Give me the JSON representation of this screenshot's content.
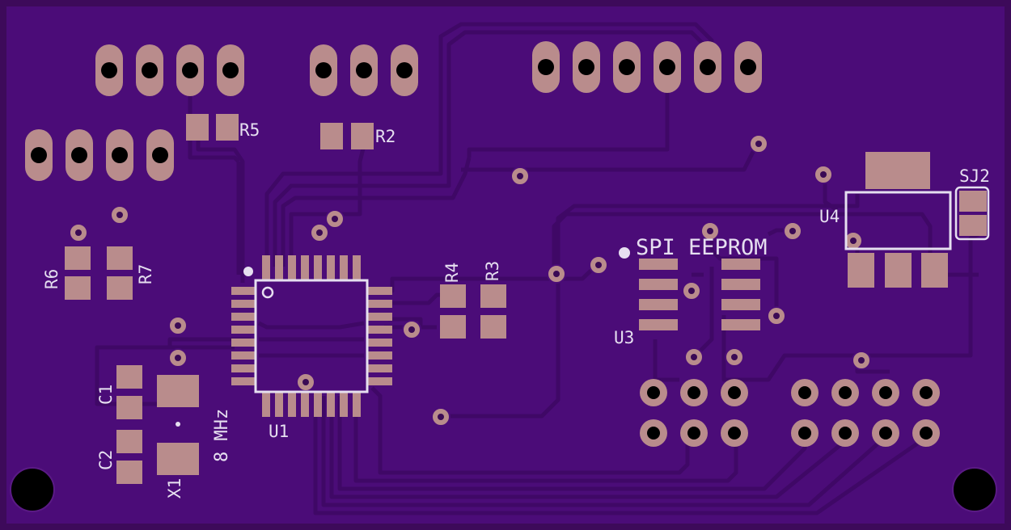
{
  "colors": {
    "board": "#4b0c78",
    "copper_trace": "#3f0866",
    "pad": "#b98c8c",
    "silk": "#e6dff0",
    "hole": "#000000"
  },
  "labels": {
    "r5": "R5",
    "r2": "R2",
    "r6": "R6",
    "r7": "R7",
    "r4": "R4",
    "r3": "R3",
    "c1": "C1",
    "c2": "C2",
    "x1": "X1",
    "freq": "8 MHz",
    "u1": "U1",
    "u3": "U3",
    "u4": "U4",
    "sj2": "SJ2",
    "spi": "SPI EEPROM"
  }
}
